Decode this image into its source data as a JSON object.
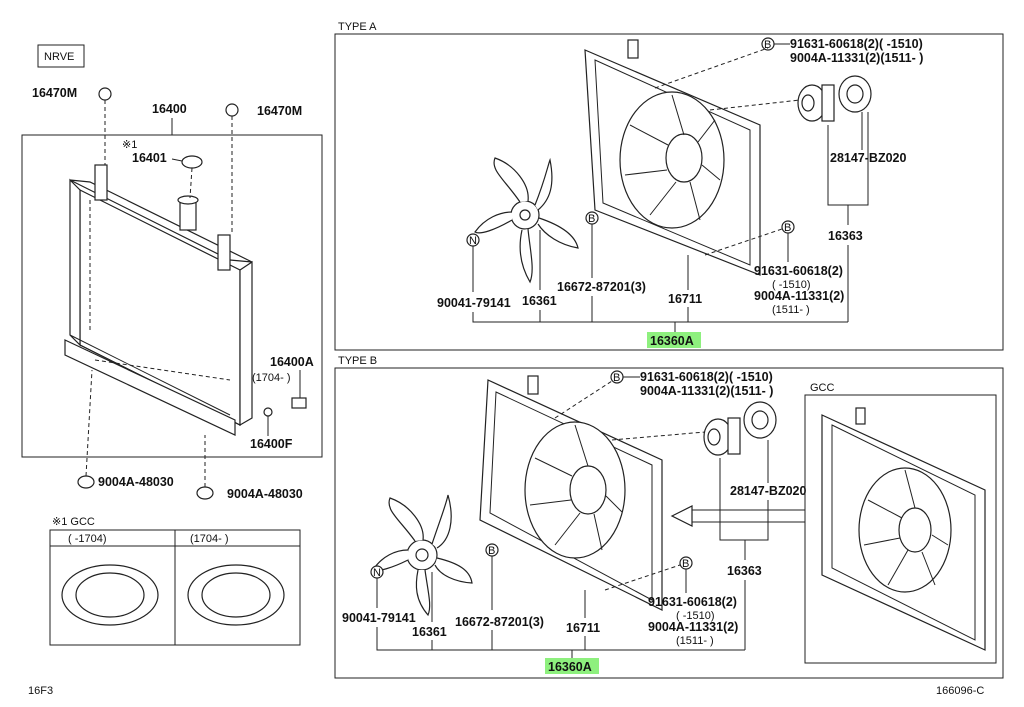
{
  "diagram": {
    "model_code": "NRVE",
    "ref_mark": "※1",
    "page_code": "16F3",
    "figure_code": "166096-C",
    "radiator": {
      "drain_plug_left": "16470M",
      "drain_plug_right": "16470M",
      "radiator_assy": "16400",
      "cap": "16401",
      "cock_sub": "16400A",
      "cock_sub_note": "(1704-     )",
      "gasket": "16400F",
      "bolt_left": "9004A-48030",
      "bolt_right": "9004A-48030"
    },
    "caps_box": {
      "title": "※1 GCC",
      "col_left": "(     -1704)",
      "col_right": "(1704-      )"
    },
    "type_a": {
      "title": "TYPE A",
      "callout_b": "B",
      "callout_n": "N",
      "bolt_top_1": "91631-60618(2)(      -1510)",
      "bolt_top_2": "9004A-11331(2)(1511-      )",
      "motor": "28147-BZ020",
      "motor_assy": "16363",
      "bolt_bot_1": "91631-60618(2)",
      "bolt_bot_1b": "(      -1510)",
      "bolt_bot_2": "9004A-11331(2)",
      "bolt_bot_2b": "(1511-      )",
      "nut": "90041-79141",
      "fan": "16361",
      "clip": "16672-87201(3)",
      "shroud": "16711",
      "fan_assy": "16360A"
    },
    "type_b": {
      "title": "TYPE B",
      "callout_b": "B",
      "callout_n": "N",
      "bolt_top_1": "91631-60618(2)(      -1510)",
      "bolt_top_2": "9004A-11331(2)(1511-      )",
      "motor": "28147-BZ020",
      "motor_assy": "16363",
      "bolt_bot_1": "91631-60618(2)",
      "bolt_bot_1b": "(      -1510)",
      "bolt_bot_2": "9004A-11331(2)",
      "bolt_bot_2b": "(1511-      )",
      "nut": "90041-79141",
      "fan": "16361",
      "clip": "16672-87201(3)",
      "shroud": "16711",
      "fan_assy": "16360A",
      "gcc_title": "GCC"
    },
    "colors": {
      "highlight": "#8ef07e",
      "line": "#222222"
    }
  }
}
